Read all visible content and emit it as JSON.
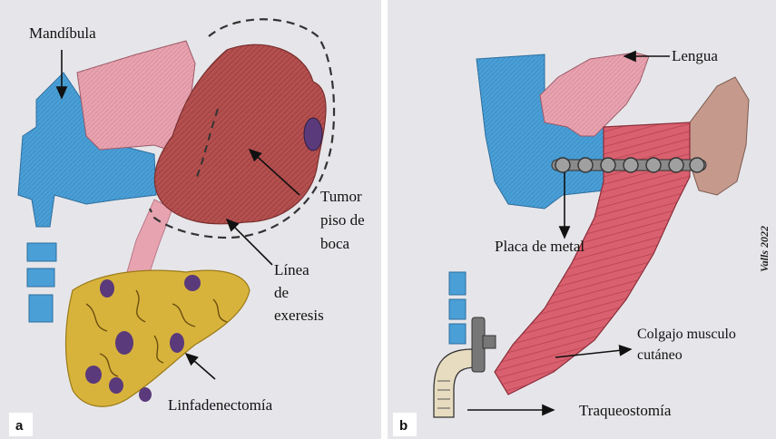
{
  "panel_a": {
    "tag": "a",
    "labels": {
      "mandible": "Mandíbula",
      "tumor_line1": "Tumor",
      "tumor_line2": "piso de",
      "tumor_line3": "boca",
      "resection_line1": "Línea",
      "resection_line2": "de",
      "resection_line3": "exeresis",
      "lymph": "Linfadenectomía"
    }
  },
  "panel_b": {
    "tag": "b",
    "labels": {
      "tongue": "Lengua",
      "plate": "Placa de  metal",
      "flap_line1": "Colgajo musculo",
      "flap_line2": "cutáneo",
      "trach": "Traqueostomía"
    },
    "signature": "Valls 2022"
  },
  "colors": {
    "bone": "#4a9fd6",
    "soft_tissue": "#e8a3b0",
    "tumor": "#b4504f",
    "lymph_tissue": "#d8b33c",
    "lymph_node": "#5a3a7a",
    "flap_muscle": "#d9606e",
    "skin_flap": "#c59a8c",
    "plate": "#8a8a8a",
    "trach_tube": "#e8dcc0"
  },
  "icons": [
    "mandible-drawing",
    "tumor-drawing",
    "lymph-node-cluster",
    "metal-plate",
    "tracheostomy-tube",
    "muscle-flap"
  ]
}
